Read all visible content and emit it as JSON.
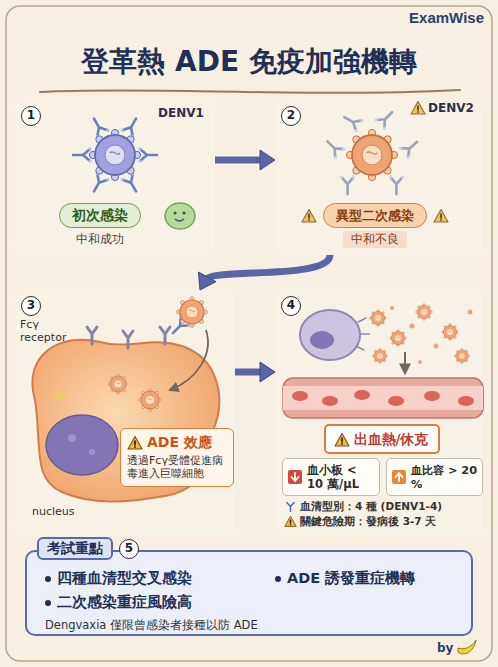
{
  "diagram": {
    "title": "登革熱 ADE 免疫加強機轉",
    "nodes": [
      {
        "text": [
          "1"
        ]
      },
      {
        "text": [
          "初次感染",
          "中和成功"
        ],
        "in": 0
      },
      {
        "text": [
          "2"
        ]
      },
      {
        "text": [
          "異型二次感染",
          "中和不良"
        ],
        "in": 2
      },
      {
        "text": [
          "3"
        ]
      },
      {
        "text": [
          "ADE 效應",
          "透過Fcγ受體促進病毒進入巨噬細胞"
        ],
        "in": 4
      },
      {
        "text": [
          "4"
        ]
      },
      {
        "text": [
          "出血熱/休克"
        ],
        "in": 6
      },
      {
        "text": [
          "血小板 < 10 萬/μL"
        ],
        "in": 6
      },
      {
        "text": [
          "血比容 > 20 %"
        ],
        "in": 6
      },
      {
        "text": [
          "考試重點",
          "四種血清型交叉感染",
          "ADE 誘發重症機轉",
          "二次感染重症風險高",
          "Dengvaxia 僅限曾感染者接種以防 ADE"
        ]
      }
    ],
    "edges": [
      {
        "from": 0,
        "to": 2,
        "arrow": "to"
      },
      {
        "from": 2,
        "to": 4,
        "arrow": "to"
      },
      {
        "from": 4,
        "to": 6,
        "arrow": "to"
      }
    ],
    "labels": [
      "ExamWise",
      "DENV1",
      "DENV2",
      "Fcγ receptor",
      "nucleus",
      "血清型別：4 種 (DENV1-4)",
      "關鍵危險期：發病後 3-7 天",
      "5",
      "by"
    ]
  }
}
